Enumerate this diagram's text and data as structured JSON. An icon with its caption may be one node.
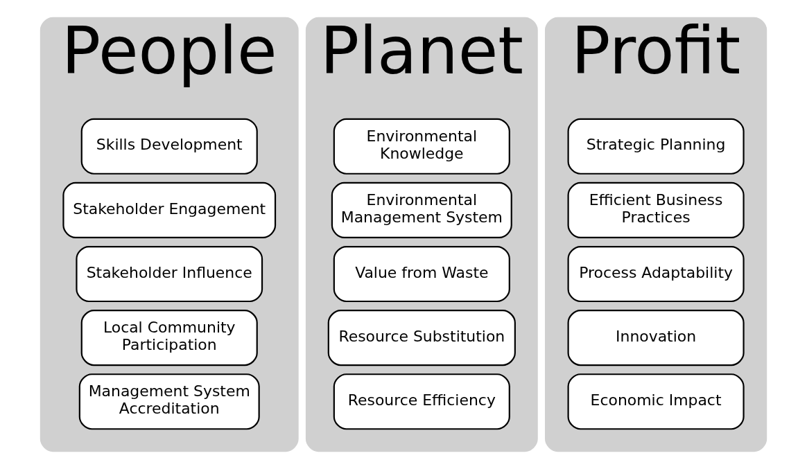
{
  "diagram": {
    "nodes": [
      {
        "text": [
          "People"
        ]
      },
      {
        "text": [
          "Skills Development"
        ],
        "in": 0
      },
      {
        "text": [
          "Stakeholder Engagement"
        ],
        "in": 0
      },
      {
        "text": [
          "Stakeholder Influence"
        ],
        "in": 0
      },
      {
        "text": [
          "Local Community Participation"
        ],
        "in": 0
      },
      {
        "text": [
          "Management System Accreditation"
        ],
        "in": 0
      },
      {
        "text": [
          "Planet"
        ]
      },
      {
        "text": [
          "Environmental Knowledge"
        ],
        "in": 6
      },
      {
        "text": [
          "Environmental Management System"
        ],
        "in": 6
      },
      {
        "text": [
          "Value from Waste"
        ],
        "in": 6
      },
      {
        "text": [
          "Resource Substitution"
        ],
        "in": 6
      },
      {
        "text": [
          "Resource Efficiency"
        ],
        "in": 6
      },
      {
        "text": [
          "Profit"
        ]
      },
      {
        "text": [
          "Strategic Planning"
        ],
        "in": 12
      },
      {
        "text": [
          "Efficient Business Practices"
        ],
        "in": 12
      },
      {
        "text": [
          "Process Adaptability"
        ],
        "in": 12
      },
      {
        "text": [
          "Innovation"
        ],
        "in": 12
      },
      {
        "text": [
          "Economic Impact"
        ],
        "in": 12
      }
    ]
  }
}
